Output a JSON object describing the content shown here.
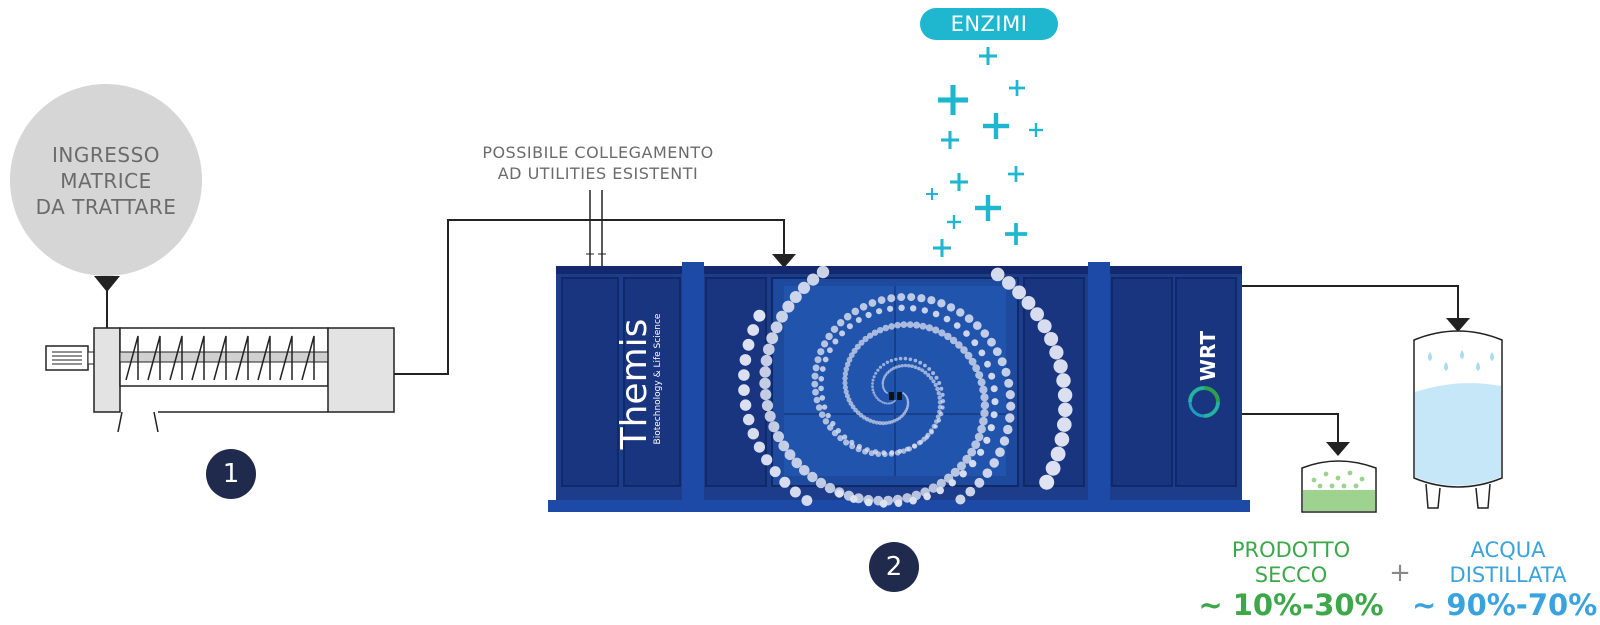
{
  "labels": {
    "ingresso": [
      "INGRESSO",
      "MATRICE",
      "DA TRATTARE"
    ],
    "collegamento": [
      "POSSIBILE COLLEGAMENTO",
      "AD UTILITIES ESISTENTI"
    ],
    "enzimi": "ENZIMI",
    "step1": "1",
    "step2": "2",
    "brand_main": "Themis",
    "brand_sub": "Biotechnology & Life Science",
    "brand_wrt": "WRT"
  },
  "outputs": {
    "prodotto": {
      "line1": "PRODOTTO",
      "line2": "SECCO",
      "pct": "~ 10%-30%"
    },
    "acqua": {
      "line1": "ACQUA",
      "line2": "DISTILLATA",
      "pct": "~ 90%-70%"
    },
    "separator": "+"
  },
  "colors": {
    "machine": "#1d3d8a",
    "machine_dark": "#13296b",
    "accent": "#1fb6d0",
    "green": "#3da84a",
    "blue": "#3aa3dd",
    "step_circle": "#1f2a4d",
    "gray_circle": "#d6d6d6"
  }
}
